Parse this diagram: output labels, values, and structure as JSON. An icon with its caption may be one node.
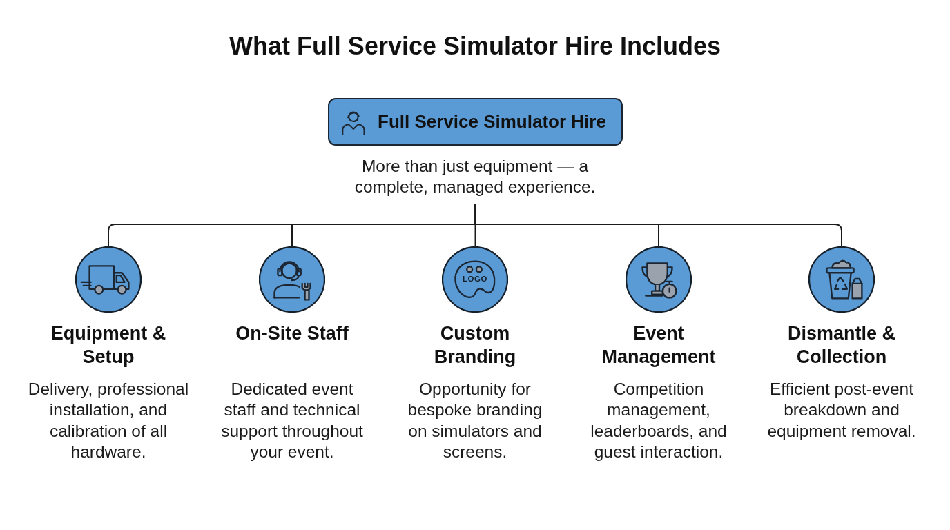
{
  "diagram": {
    "title": "What Full Service Simulator Hire Includes",
    "nodes": [
      {
        "text": [
          "Full Service Simulator Hire"
        ],
        "beside": [
          "More than just equipment — a complete, managed experience."
        ]
      },
      {
        "text": [
          "Equipment & Setup",
          "Delivery, professional installation, and calibration of all hardware."
        ]
      },
      {
        "text": [
          "On-Site Staff",
          "Dedicated event staff and technical support throughout your event."
        ]
      },
      {
        "text": [
          "Custom Branding",
          "Opportunity for bespoke branding on simulators and screens."
        ]
      },
      {
        "text": [
          "Event Management",
          "Competition management, leaderboards, and guest interaction."
        ]
      },
      {
        "text": [
          "Dismantle & Collection",
          "Efficient post-event breakdown and equipment removal."
        ]
      }
    ],
    "edges": [
      {
        "from": 0,
        "to": 1,
        "arrow": "none"
      },
      {
        "from": 0,
        "to": 2,
        "arrow": "none"
      },
      {
        "from": 0,
        "to": 3,
        "arrow": "none"
      },
      {
        "from": 0,
        "to": 4,
        "arrow": "none"
      },
      {
        "from": 0,
        "to": 5,
        "arrow": "none"
      }
    ],
    "labels": [
      "LOGO"
    ]
  }
}
